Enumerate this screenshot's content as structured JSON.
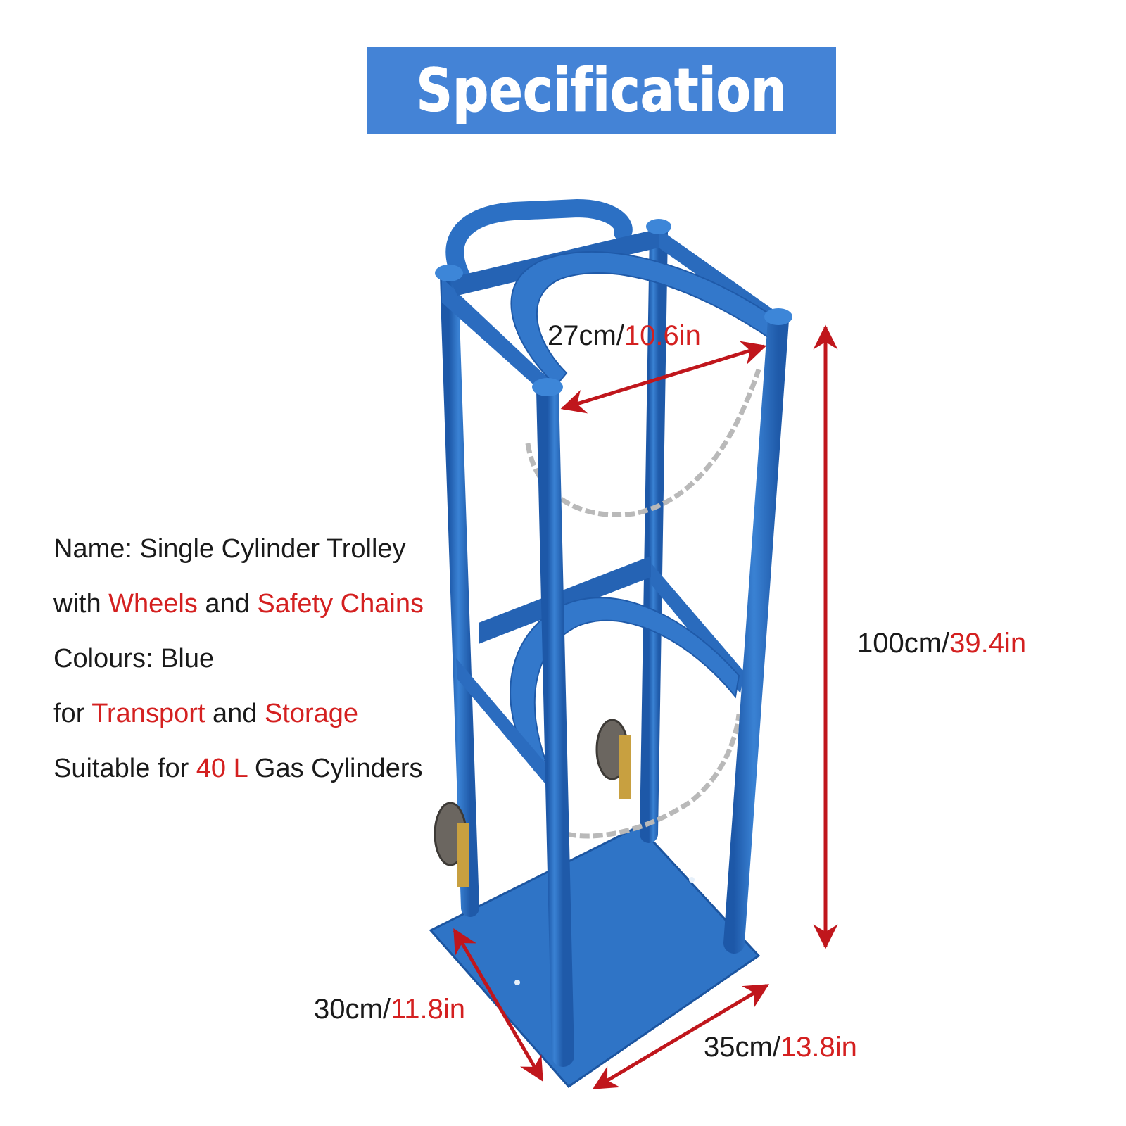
{
  "banner": {
    "title": "Specification",
    "color": "#4483d6"
  },
  "spec": {
    "name_prefix": "Name: ",
    "name_value": "Single Cylinder Trolley",
    "with": "with ",
    "wheels": "Wheels",
    "and1": " and ",
    "safety_chains": "Safety Chains",
    "colours_prefix": "Colours: ",
    "colours_value": "Blue",
    "for": "for ",
    "transport": "Transport",
    "and2": " and ",
    "storage": "Storage",
    "suitable_prefix": "Suitable for ",
    "capacity": "40 L",
    "suitable_suffix": " Gas Cylinders"
  },
  "dimensions": {
    "top_width": {
      "cm": "27cm/",
      "in": "10.6in"
    },
    "height": {
      "cm": "100cm/",
      "in": "39.4in"
    },
    "depth": {
      "cm": "30cm/",
      "in": "11.8in"
    },
    "width": {
      "cm": "35cm/",
      "in": "13.8in"
    }
  },
  "colors": {
    "trolley": "#2f6fc0",
    "arrow": "#c0161c",
    "accent_text": "#d42020"
  }
}
